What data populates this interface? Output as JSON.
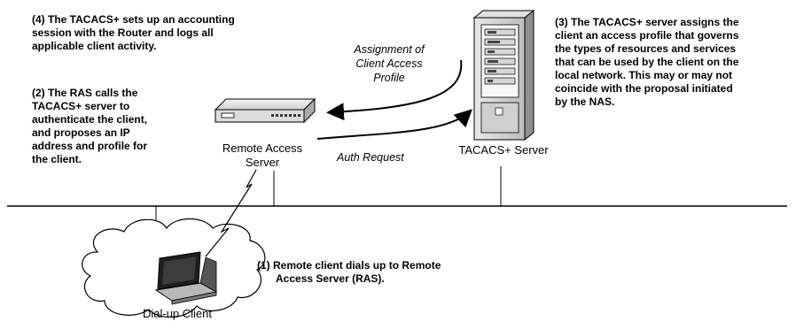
{
  "notes": {
    "step4": [
      "(4) The TACACS+ sets up an accounting",
      "session with the Router and logs all",
      "applicable client activity."
    ],
    "step2": [
      "(2) The RAS calls the",
      "TACACS+ server to",
      "authenticate the client,",
      "and proposes an IP",
      "address and profile for",
      "the client."
    ],
    "step3": [
      "(3) The TACACS+ server assigns the",
      "client an access profile that governs",
      "the types of resources and services",
      "that can be used by the client on the",
      "local network. This may or may not",
      "coincide with the proposal initiated",
      "by the NAS."
    ],
    "step1": [
      "(1) Remote client dials up to Remote",
      "Access Server (RAS)."
    ]
  },
  "devices": {
    "ras_label": [
      "Remote Access",
      "Server"
    ],
    "server_label": "TACACS+ Server",
    "client_label": "Dial-up Client"
  },
  "arrows": {
    "assignment_label": [
      "Assignment of",
      "Client Access",
      "Profile"
    ],
    "auth_label": "Auth Request"
  }
}
